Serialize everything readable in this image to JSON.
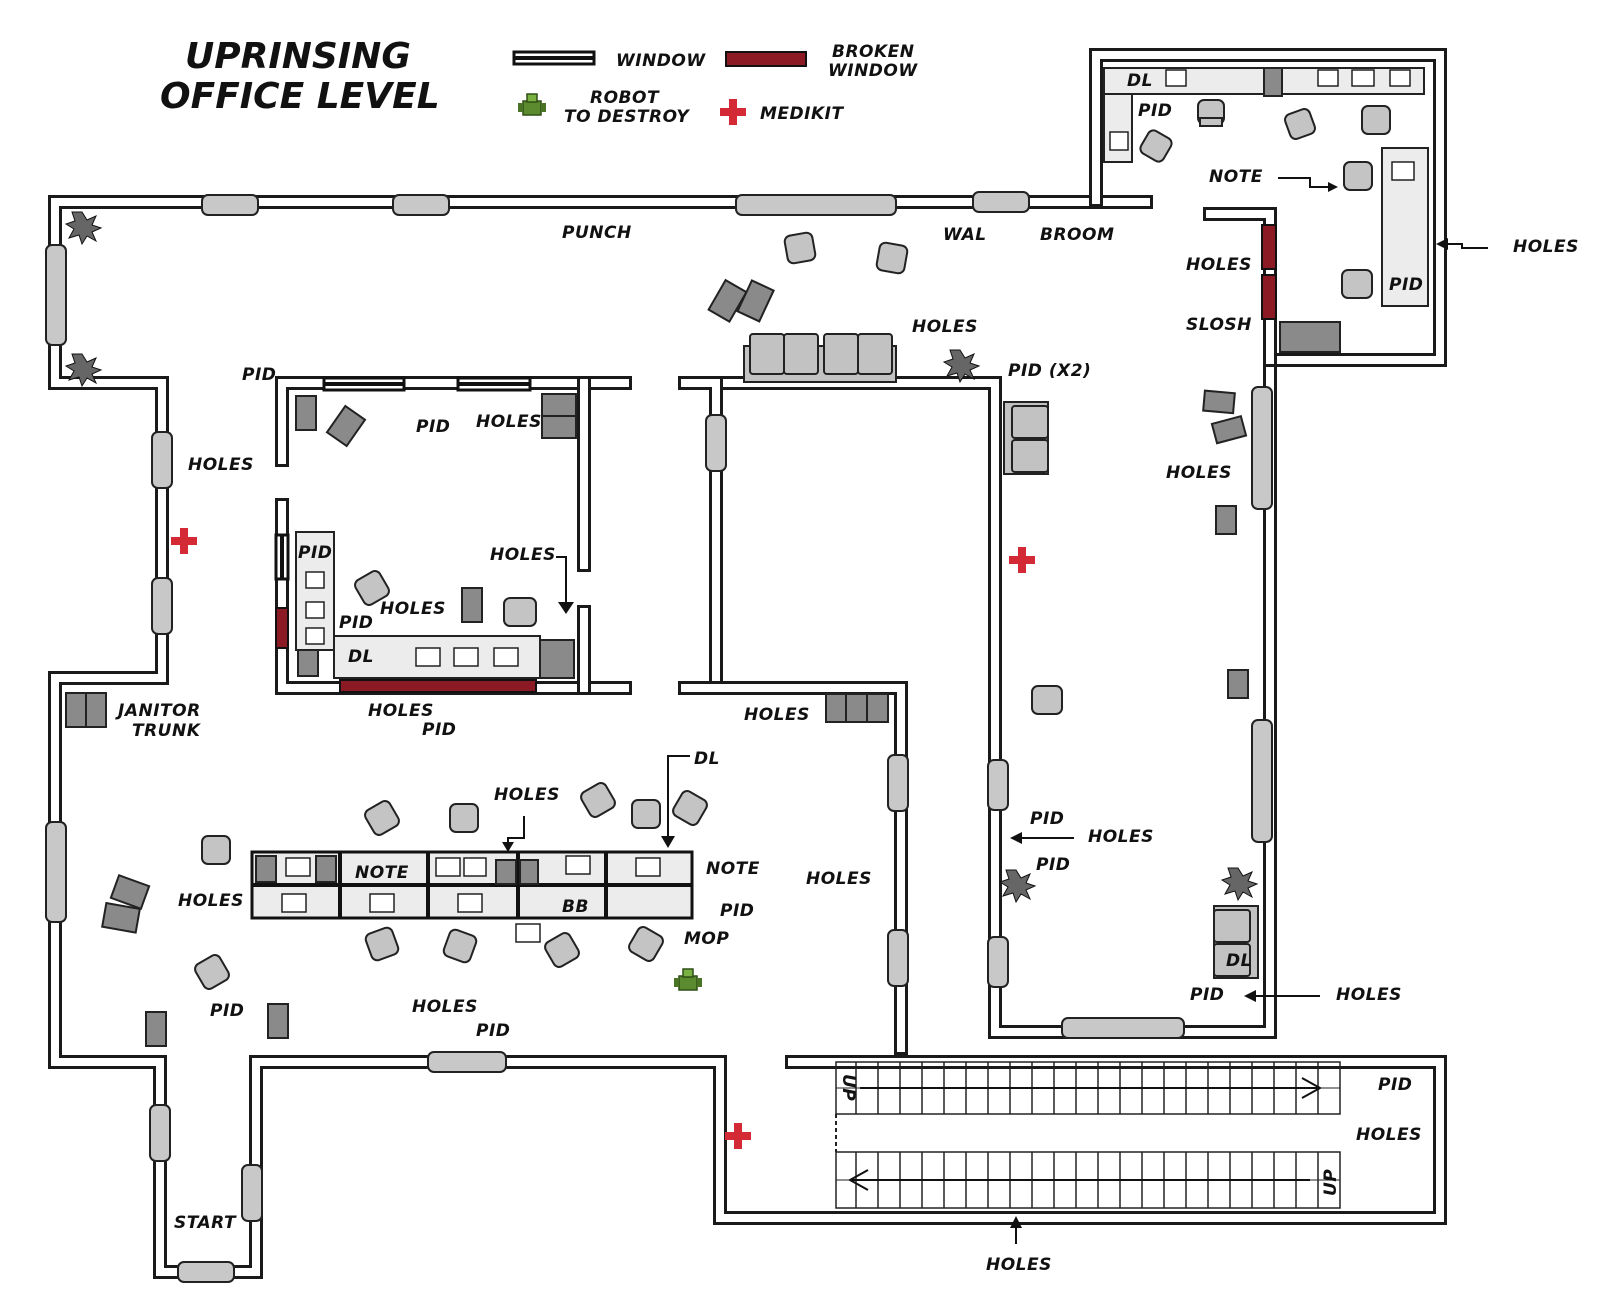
{
  "title": {
    "line1": "UPRINSING",
    "line2": "OFFICE LEVEL"
  },
  "legend": {
    "window": "WINDOW",
    "broken_window_1": "BROKEN",
    "broken_window_2": "WINDOW",
    "robot_1": "ROBOT",
    "robot_2": "TO DESTROY",
    "medikit": "MEDIKIT"
  },
  "colors": {
    "wall": "#1a1a1a",
    "broken_window": "#8b1a24",
    "medikit": "#d42a35",
    "robot": "#5c8a2e"
  },
  "labels": {
    "punch": "PUNCH",
    "wal": "WAL",
    "broom": "BROOM",
    "pid_top_right": "PID",
    "note_top_right": "NOTE",
    "dl_top_right": "DL",
    "holes_far_right": "HOLES",
    "holes_slosh_above": "HOLES",
    "slosh": "SLOSH",
    "pid_right_cabinet": "PID",
    "holes_center_top": "HOLES",
    "pid_x2": "PID (X2)",
    "pid_left_room_top": "PID",
    "pid_room_a": "PID",
    "holes_room_a": "HOLES",
    "holes_left_hall": "HOLES",
    "pid_desk_room_a": "PID",
    "holes_room_a_mid": "HOLES",
    "holes_room_a_arrow": "HOLES",
    "pid_room_a_bottom": "PID",
    "dl_room_a": "DL",
    "janitor_1": "JANITOR",
    "janitor_2": "TRUNK",
    "holes_below_room_a": "HOLES",
    "pid_below_room_a": "PID",
    "holes_center_mid": "HOLES",
    "dl_office": "DL",
    "holes_office_top": "HOLES",
    "note_desk": "NOTE",
    "note_office_right": "NOTE",
    "bb": "BB",
    "pid_office_right": "PID",
    "mop": "MOP",
    "holes_office_left": "HOLES",
    "pid_office_bottom_left": "PID",
    "holes_office_bottom": "HOLES",
    "pid_office_bottom": "PID",
    "holes_center_hall": "HOLES",
    "holes_right_room_top": "HOLES",
    "pid_right_room_a": "PID",
    "holes_right_room_arrow": "HOLES",
    "pid_right_room_b": "PID",
    "dl_right_room": "DL",
    "pid_right_room_bottom": "PID",
    "holes_right_room_bottom": "HOLES",
    "start": "START",
    "pid_stairs": "PID",
    "holes_stairs": "HOLES",
    "holes_bottom": "HOLES",
    "up_1": "UP",
    "up_2": "UP"
  }
}
